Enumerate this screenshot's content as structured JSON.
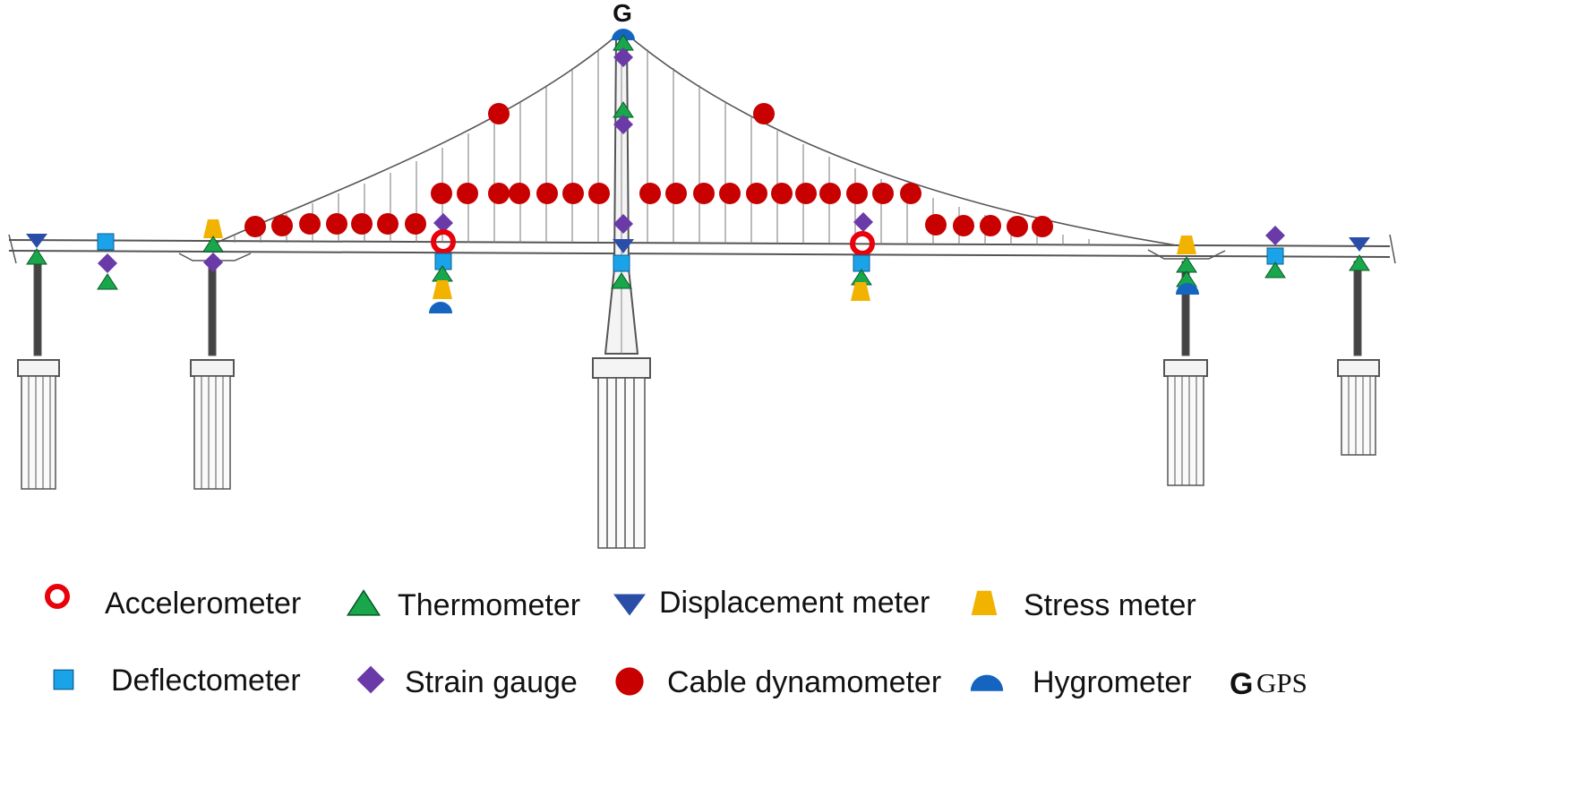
{
  "colors": {
    "accelerometer": "#e8000b",
    "thermometer": "#1aa64a",
    "displacement": "#2a4ea8",
    "stress": "#f2b200",
    "deflectometer": "#1aa3e8",
    "strain": "#6a3aa8",
    "cable": "#c80000",
    "hygrometer": "#1565c0",
    "structure": "#555555"
  },
  "gps_marker": "G",
  "legend": {
    "row1": [
      {
        "icon": "accelerometer",
        "label": "Accelerometer"
      },
      {
        "icon": "thermometer",
        "label": "Thermometer"
      },
      {
        "icon": "displacement",
        "label": "Displacement meter"
      },
      {
        "icon": "stress",
        "label": "Stress meter"
      }
    ],
    "row2": [
      {
        "icon": "deflectometer",
        "label": "Deflectometer"
      },
      {
        "icon": "strain",
        "label": "Strain gauge"
      },
      {
        "icon": "cable",
        "label": "Cable dynamometer"
      },
      {
        "icon": "hygrometer",
        "label": "Hygrometer"
      },
      {
        "icon": "gps",
        "label": "GPS"
      }
    ]
  }
}
